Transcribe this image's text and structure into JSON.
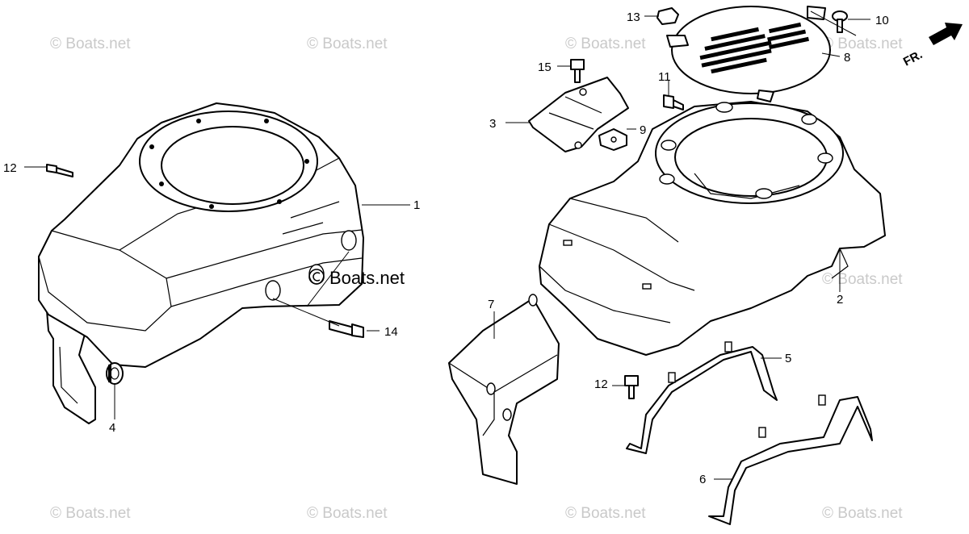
{
  "watermarks": {
    "text": "© Boats.net",
    "main_text": "Boats.net"
  },
  "direction": {
    "label": "FR."
  },
  "callouts": {
    "c1": "1",
    "c2": "2",
    "c3": "3",
    "c4": "4",
    "c5": "5",
    "c6": "6",
    "c7": "7",
    "c8": "8",
    "c9": "9",
    "c10": "10",
    "c11": "11",
    "c12a": "12",
    "c12b": "12",
    "c13": "13",
    "c14": "14",
    "c15": "15"
  }
}
